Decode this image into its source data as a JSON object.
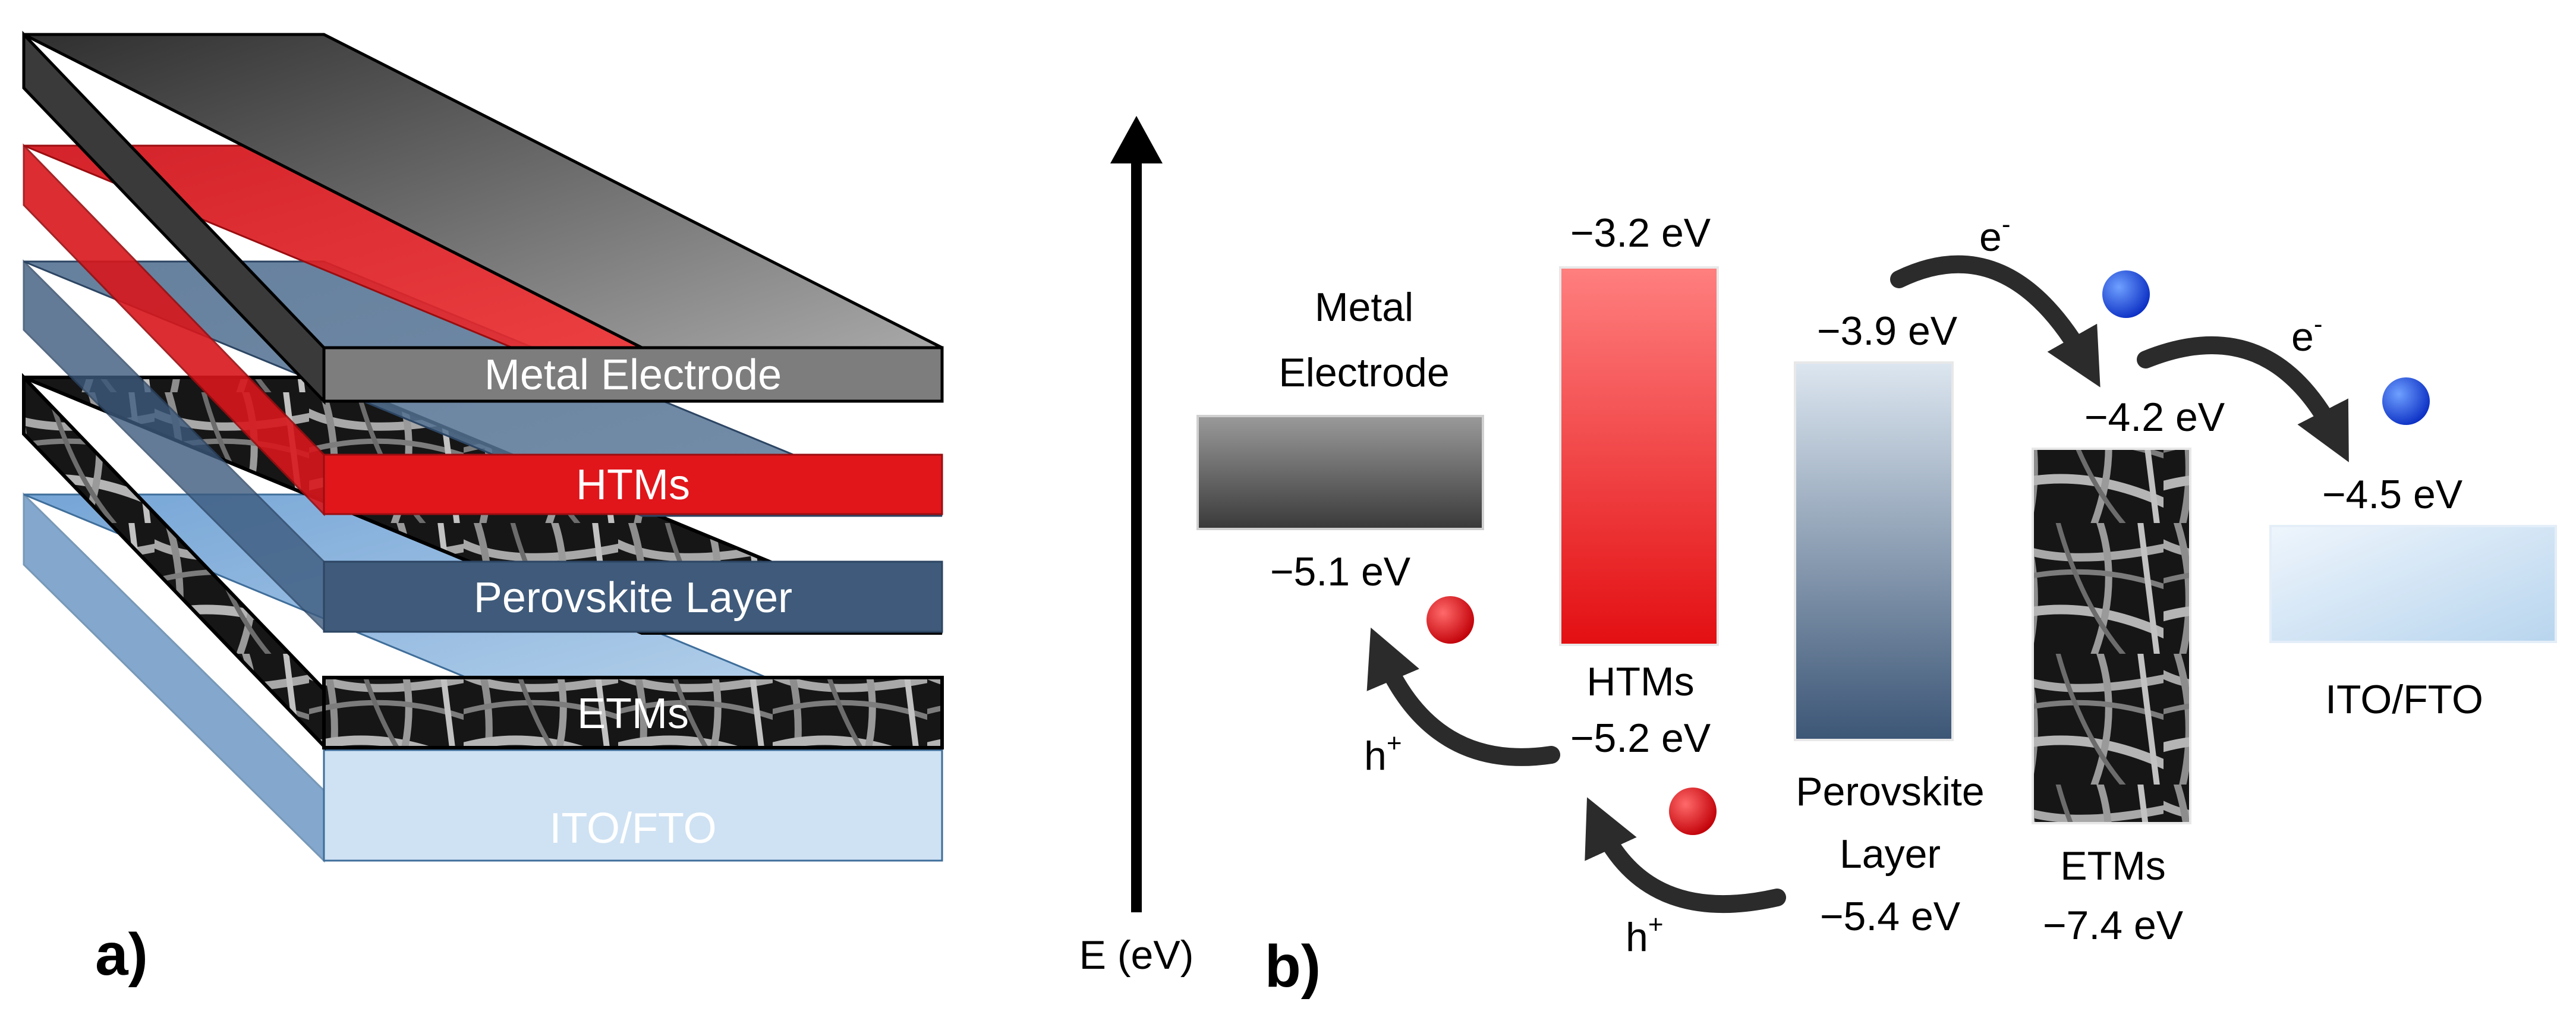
{
  "panel_a": {
    "label": "a)",
    "layers": {
      "metal": "Metal Electrode",
      "htm": "HTMs",
      "perovskite": "Perovskite Layer",
      "etm": "ETMs",
      "ito": "ITO/FTO"
    }
  },
  "panel_b": {
    "label": "b)",
    "axis_label": "E (eV)",
    "metal": {
      "name_line1": "Metal",
      "name_line2": "Electrode",
      "level": "−5.1 eV"
    },
    "htm": {
      "name": "HTMs",
      "top": "−3.2 eV",
      "bottom": "−5.2 eV"
    },
    "perovskite": {
      "name_line1": "Perovskite",
      "name_line2": "Layer",
      "top": "−3.9 eV",
      "bottom": "−5.4 eV"
    },
    "etm": {
      "name": "ETMs",
      "top": "−4.2 eV",
      "bottom": "−7.4 eV"
    },
    "ito": {
      "name": "ITO/FTO",
      "level": "−4.5 eV"
    },
    "carriers": {
      "electron": "e",
      "electron_sup": "-",
      "hole": "h",
      "hole_sup": "+"
    }
  },
  "colors": {
    "metal": "#5a5a5a",
    "htm": "#e8161c",
    "perovskite": "#3f5a7a",
    "etm_bg": "#1a1a1a",
    "ito": "#b9d6ee",
    "electron": "#1f4fe0",
    "hole": "#e0141a",
    "arrow": "#2b2b2b"
  }
}
